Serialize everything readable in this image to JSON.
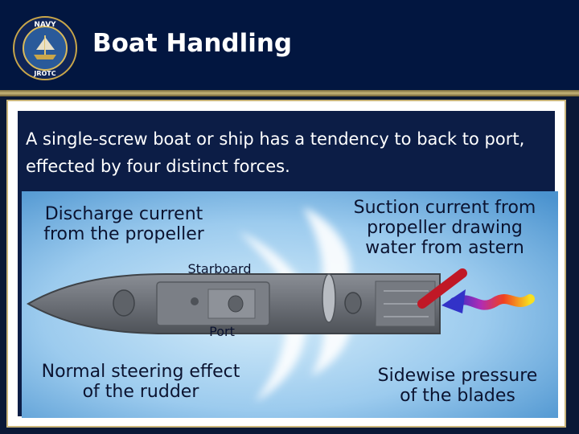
{
  "slide": {
    "title": "Boat Handling",
    "seal_text": {
      "top": "NAVY",
      "bottom": "JROTC"
    },
    "intro": "A single-screw boat or ship has a tendency to back to port, effected by four distinct forces."
  },
  "diagram": {
    "labels": {
      "discharge": "Discharge current from the propeller",
      "suction": "Suction current from propeller drawing water from astern",
      "starboard": "Starboard",
      "port": "Port",
      "steering": "Normal steering effect of the rudder",
      "sidewise": "Sidewise pressure of the blades"
    }
  },
  "colors": {
    "header": "#021640",
    "gold": "#c9b57a",
    "water_light": "#b8d9f2",
    "water_dark": "#4b93cf",
    "hull": "#6c7077"
  },
  "icons": [
    "navy-jrotc-seal-icon",
    "ship-icon",
    "propeller-wash-icon",
    "suction-arrow-icon",
    "rudder-icon"
  ]
}
